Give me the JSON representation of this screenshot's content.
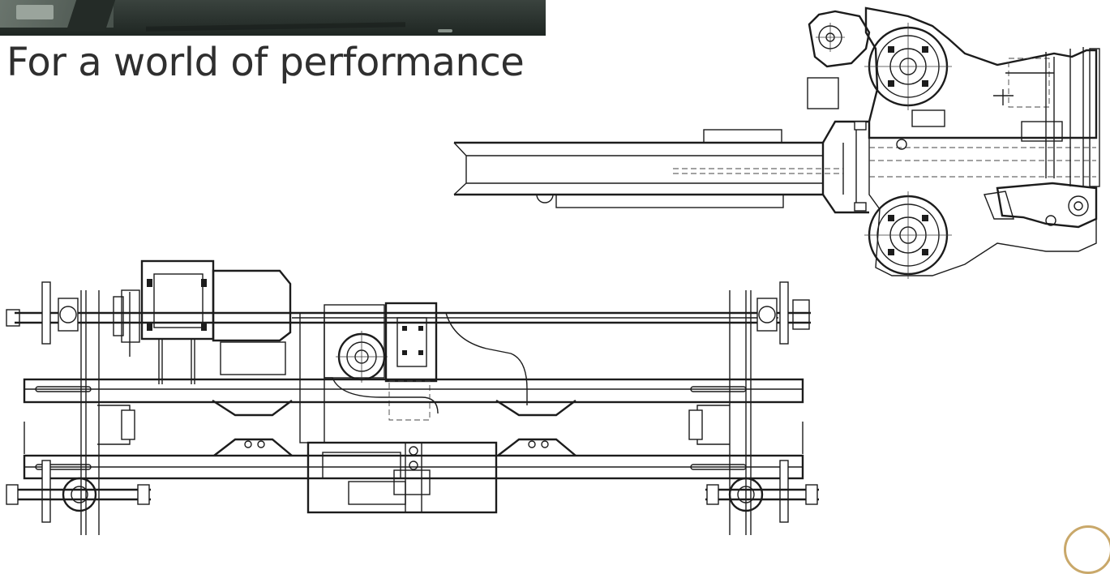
{
  "tagline": "For a world of performance",
  "images": {
    "photo": "crane-component-photo",
    "side_view": "trolley-side-view-drawing",
    "top_view": "trolley-top-view-drawing"
  },
  "accent_color": "#c9a86a"
}
